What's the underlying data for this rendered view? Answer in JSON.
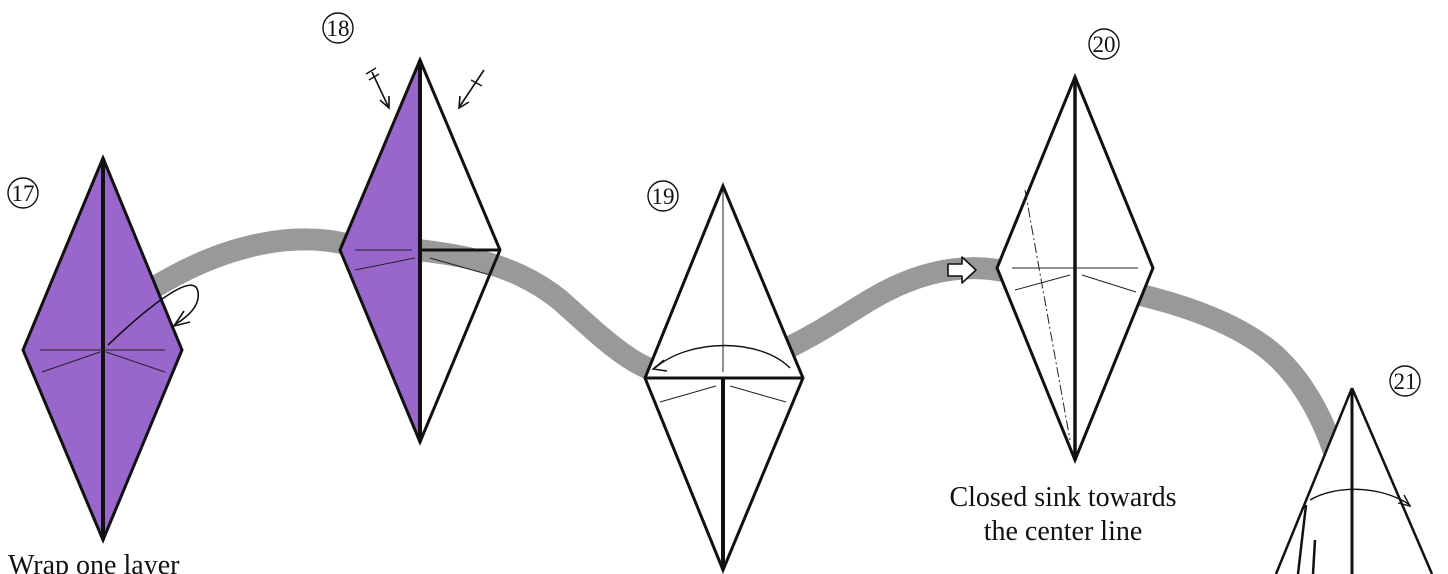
{
  "steps": [
    {
      "number": "17",
      "caption_lines": [
        "Wrap one layer"
      ]
    },
    {
      "number": "18",
      "caption_lines": []
    },
    {
      "number": "19",
      "caption_lines": []
    },
    {
      "number": "20",
      "caption_lines": [
        "Closed sink towards",
        "the center line"
      ]
    },
    {
      "number": "21",
      "caption_lines": []
    }
  ],
  "colors": {
    "paper_colored": "#9966cc",
    "paper_white": "#ffffff",
    "line": "#111111",
    "path_band": "#999999"
  }
}
